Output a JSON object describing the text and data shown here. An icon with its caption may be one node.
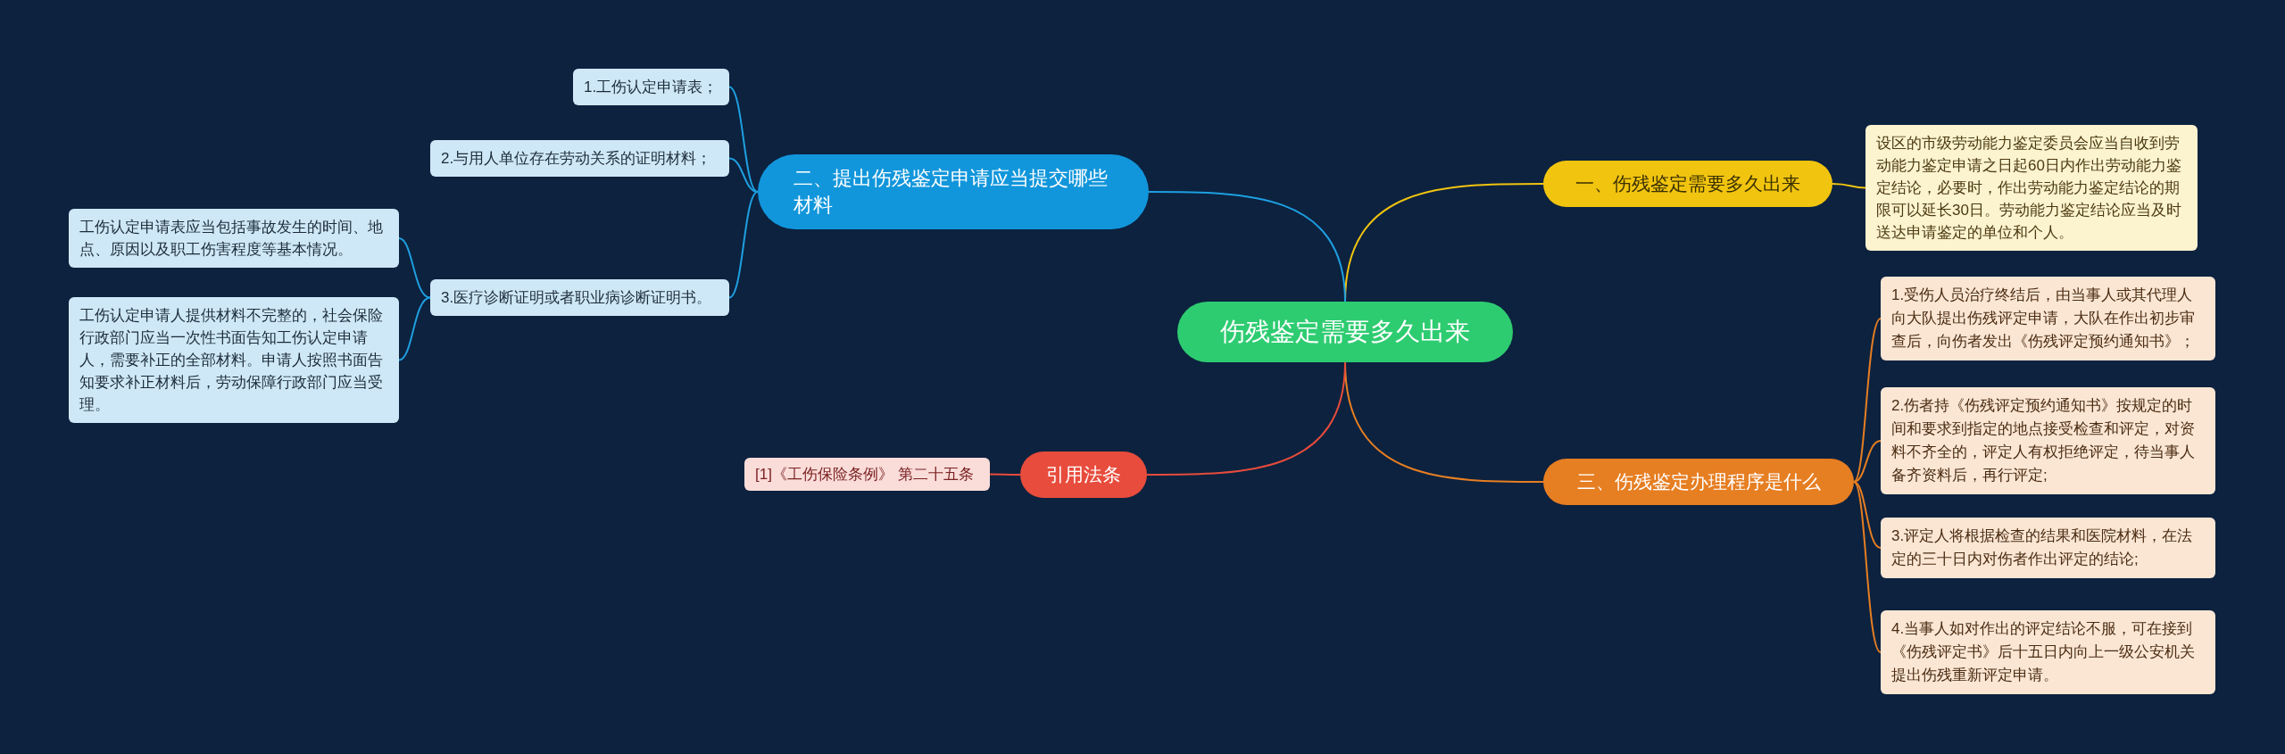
{
  "diagram": {
    "nodes": [
      {
        "text": [
          "伤残鉴定需要多久出来"
        ]
      },
      {
        "text": [
          "一、伤残鉴定需要多久出来"
        ]
      },
      {
        "text": [
          "设区的市级劳动能力鉴定委员会应当自收到劳动能力鉴定申请之日起60日内作出劳动能力鉴定结论，必要时，作出劳动能力鉴定结论的期限可以延长30日。劳动能力鉴定结论应当及时送达申请鉴定的单位和个人。"
        ]
      },
      {
        "text": [
          "二、提出伤残鉴定申请应当提交哪些材料"
        ]
      },
      {
        "text": [
          "1.工伤认定申请表；"
        ]
      },
      {
        "text": [
          "2.与用人单位存在劳动关系的证明材料；"
        ]
      },
      {
        "text": [
          "3.医疗诊断证明或者职业病诊断证明书。"
        ]
      },
      {
        "text": [
          "工伤认定申请表应当包括事故发生的时间、地点、原因以及职工伤害程度等基本情况。"
        ]
      },
      {
        "text": [
          "工伤认定申请人提供材料不完整的，社会保险行政部门应当一次性书面告知工伤认定申请人，需要补正的全部材料。申请人按照书面告知要求补正材料后，劳动保障行政部门应当受理。"
        ]
      },
      {
        "text": [
          "三、伤残鉴定办理程序是什么"
        ]
      },
      {
        "text": [
          "1.受伤人员治疗终结后，由当事人或其代理人向大队提出伤残评定申请，大队在作出初步审查后，向伤者发出《伤残评定预约通知书》；"
        ]
      },
      {
        "text": [
          "2.伤者持《伤残评定预约通知书》按规定的时间和要求到指定的地点接受检查和评定，对资料不齐全的，评定人有权拒绝评定，待当事人备齐资料后，再行评定;"
        ]
      },
      {
        "text": [
          "3.评定人将根据检查的结果和医院材料，在法定的三十日内对伤者作出评定的结论;"
        ]
      },
      {
        "text": [
          "4.当事人如对作出的评定结论不服，可在接到《伤残评定书》后十五日内向上一级公安机关提出伤残重新评定申请。"
        ]
      },
      {
        "text": [
          "引用法条"
        ]
      },
      {
        "text": [
          "[1]《工伤保险条例》 第二十五条"
        ]
      }
    ],
    "edges": [
      {
        "from": 0,
        "to": 1,
        "arrow": "none",
        "color": "#f1c40f"
      },
      {
        "from": 1,
        "to": 2,
        "arrow": "none",
        "color": "#f1c40f"
      },
      {
        "from": 0,
        "to": 3,
        "arrow": "none"
      },
      {
        "from": 3,
        "to": 4,
        "arrow": "none"
      },
      {
        "from": 3,
        "to": 5,
        "arrow": "none"
      },
      {
        "from": 3,
        "to": 6,
        "arrow": "none"
      },
      {
        "from": 6,
        "to": 7,
        "arrow": "none"
      },
      {
        "from": 6,
        "to": 8,
        "arrow": "none"
      },
      {
        "from": 0,
        "to": 9,
        "arrow": "none",
        "color": "#e67e22"
      },
      {
        "from": 9,
        "to": 10,
        "arrow": "none",
        "color": "#e67e22"
      },
      {
        "from": 9,
        "to": 11,
        "arrow": "none",
        "color": "#e67e22"
      },
      {
        "from": 9,
        "to": 12,
        "arrow": "none",
        "color": "#e67e22"
      },
      {
        "from": 9,
        "to": 13,
        "arrow": "none",
        "color": "#e67e22"
      },
      {
        "from": 0,
        "to": 14,
        "arrow": "none",
        "color": "#e74c3c"
      },
      {
        "from": 14,
        "to": 15,
        "arrow": "none",
        "color": "#e74c3c"
      }
    ]
  }
}
